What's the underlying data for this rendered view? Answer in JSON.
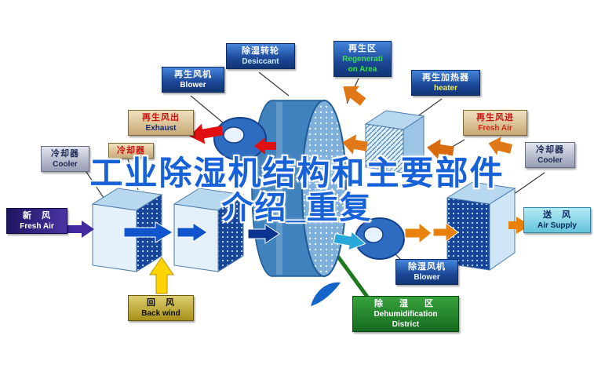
{
  "title": {
    "line1": "工业除湿机结构和主要部件",
    "line2": "介绍_重复"
  },
  "labels": {
    "regen_blower": {
      "zh": "再生风机",
      "en": "Blower"
    },
    "desiccant": {
      "zh": "除湿转轮",
      "en": "Desiccant"
    },
    "regen_area": {
      "zh": "再生区",
      "en1": "Regenerati",
      "en2": "on Area"
    },
    "regen_heater": {
      "zh": "再生加热器",
      "en": "heater"
    },
    "regen_air_out": {
      "zh": "再生风出",
      "en": "Exhaust"
    },
    "cooler_left": {
      "zh": "冷却器",
      "en": "Cooler"
    },
    "cooler_left_small": {
      "zh": "冷却器"
    },
    "fresh_air": {
      "zh": "新　风",
      "en": "Fresh Air"
    },
    "back_wind": {
      "zh": "回　风",
      "en": "Back wind"
    },
    "regen_air_in": {
      "zh": "再生风进",
      "en": "Fresh Air"
    },
    "cooler_right": {
      "zh": "冷却器",
      "en": "Cooler"
    },
    "air_supply": {
      "zh": "送　风",
      "en": "Air Supply"
    },
    "dehumid_blower": {
      "zh": "除湿风机",
      "en": "Blower"
    },
    "dehumid_district": {
      "zh": "除　湿　区",
      "en1": "Dehumidification",
      "en2": "District"
    }
  },
  "colors": {
    "title_blue": "#1762d8",
    "label_blue": "#1b4796",
    "label_tan": "#c7a874",
    "label_gray": "#969cb4",
    "label_purple": "#2a1c6e",
    "label_khaki": "#b89c20",
    "label_cyan": "#8fd8ea",
    "label_green": "#1f7a28",
    "rotor_blue": "#3f82be",
    "arrow_blue": "#1055cc",
    "arrow_red": "#e01010",
    "arrow_orange": "#e8820a",
    "arrow_yellow": "#ffd400",
    "arrow_purple": "#4428a0",
    "arrow_cyan": "#28a8d8"
  }
}
